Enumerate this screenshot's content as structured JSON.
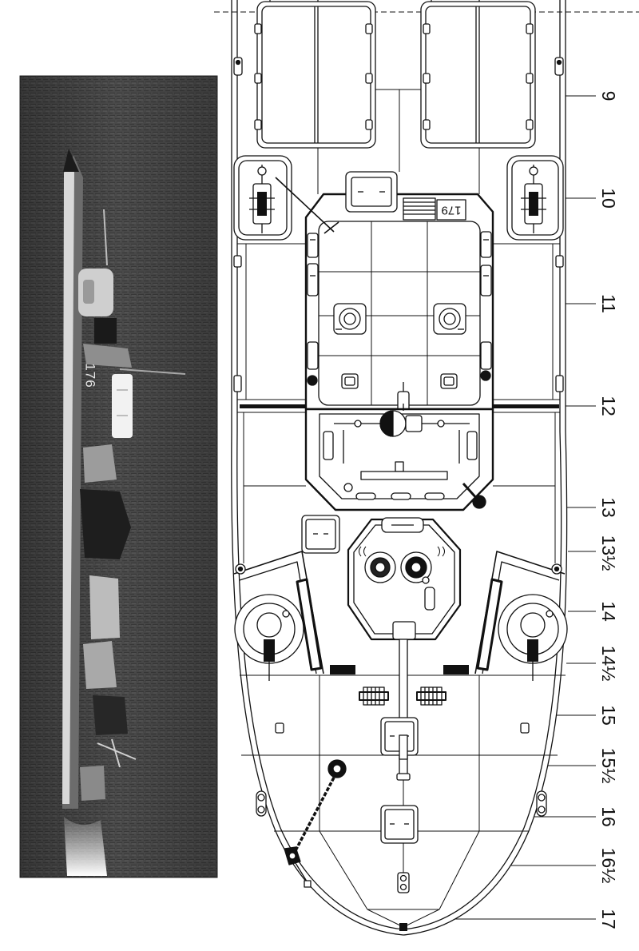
{
  "stations": [
    "9",
    "10",
    "11",
    "12",
    "13",
    "13½",
    "14",
    "14½",
    "15",
    "15½",
    "16",
    "16½",
    "17"
  ],
  "deck": {
    "hull_number": "179"
  },
  "photo": {
    "hull_number": "176"
  },
  "colors": {
    "ink": "#111111",
    "paper": "#ffffff",
    "photo_tone": "#4b4b4b"
  }
}
